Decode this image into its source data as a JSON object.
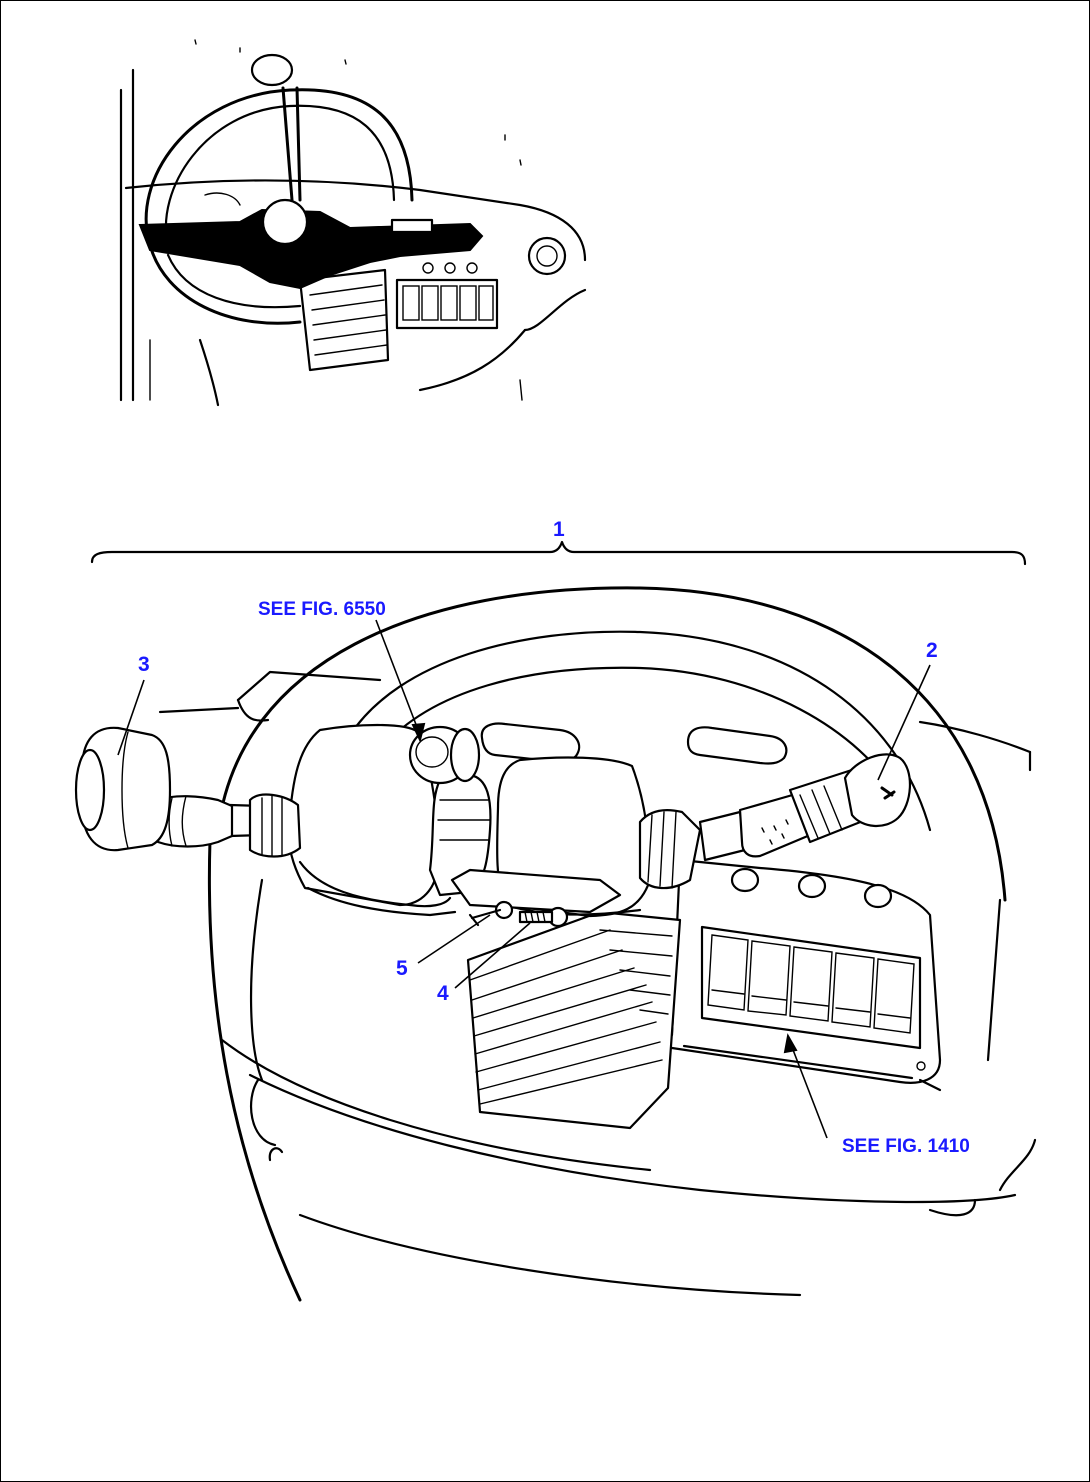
{
  "callouts": {
    "item1": "1",
    "item2": "2",
    "item3": "3",
    "item4": "4",
    "item5": "5",
    "see_fig_top": "SEE FIG. 6550",
    "see_fig_bottom": "SEE FIG. 1410"
  },
  "colors": {
    "callout_text": "#1a1aff",
    "line_art": "#000000",
    "background": "#ffffff"
  }
}
